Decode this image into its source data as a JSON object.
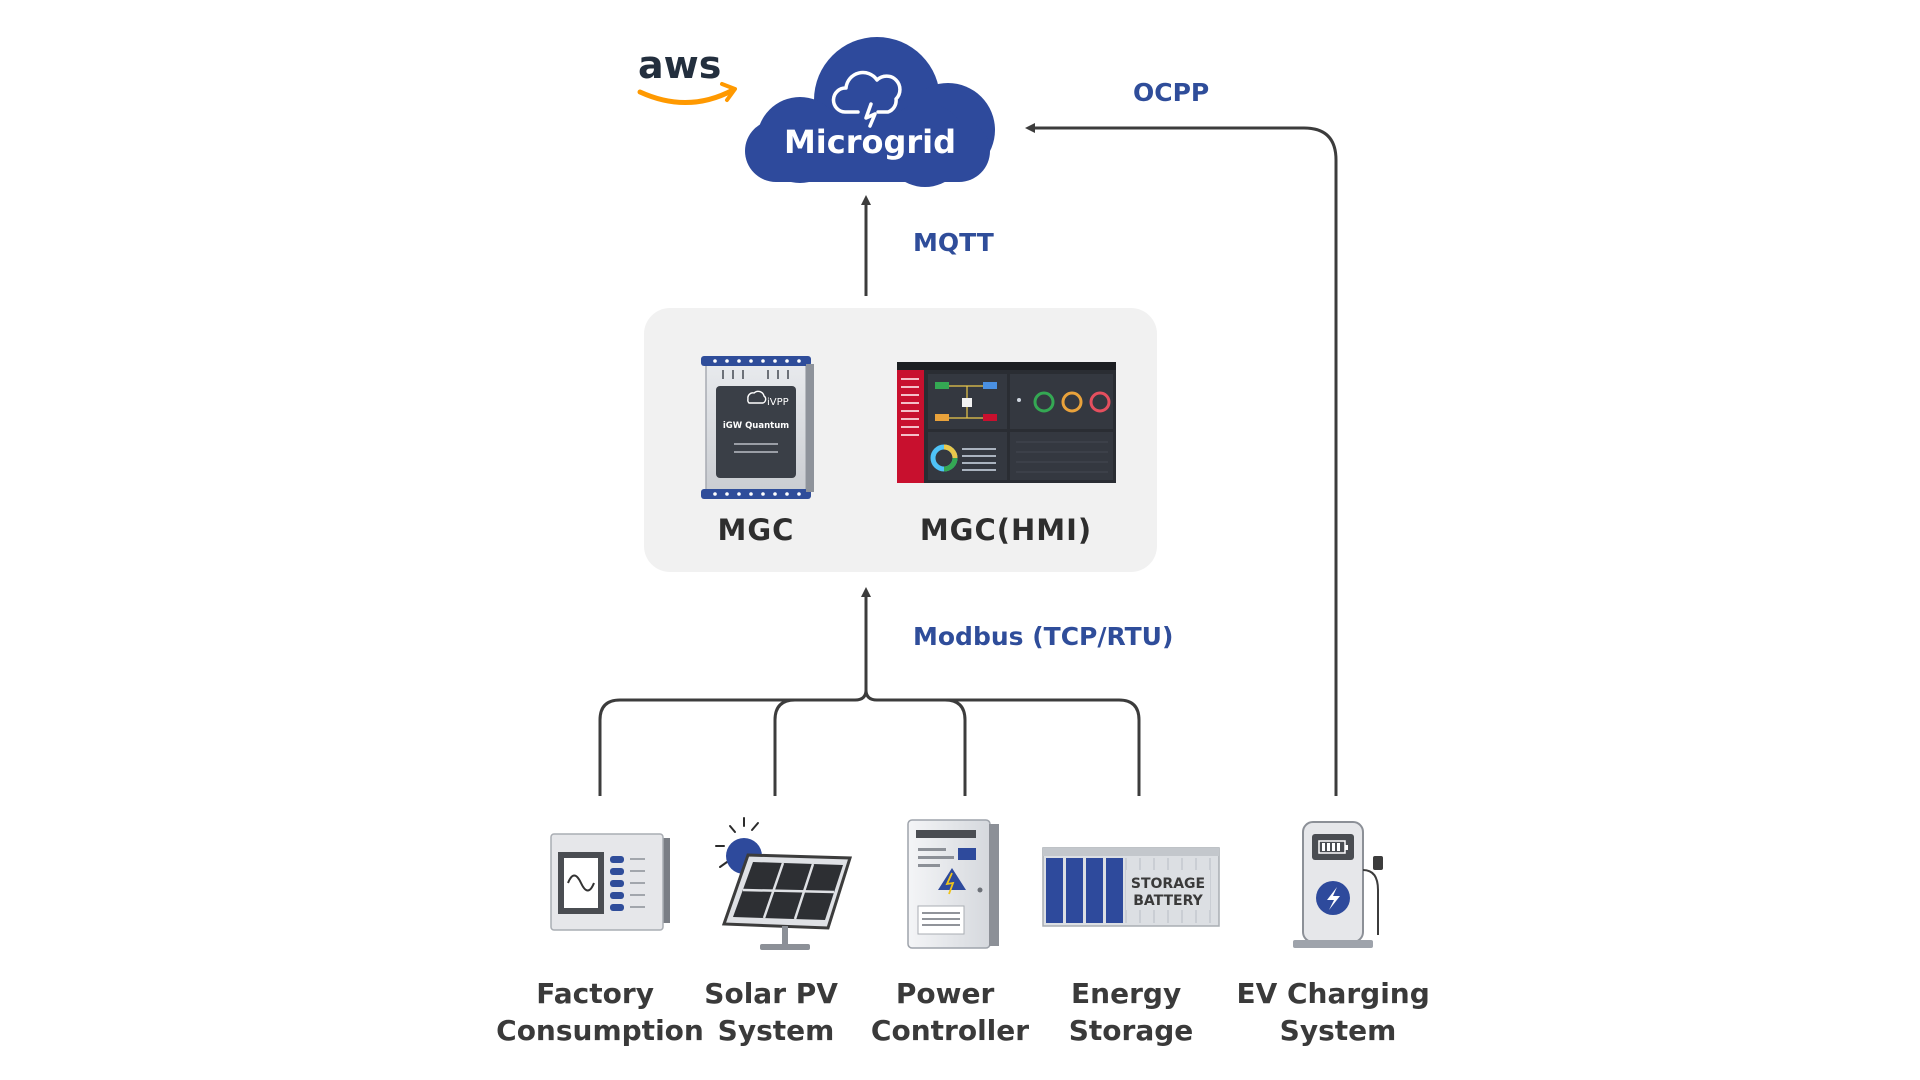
{
  "cloud": {
    "provider_logo_text": "aws",
    "title": "Microgrid",
    "brand_color": "#2e4a9c"
  },
  "protocols": {
    "mqtt": "MQTT",
    "ocpp": "OCPP",
    "modbus": "Modbus (TCP/RTU)"
  },
  "controller_group": {
    "mgc": {
      "label": "MGC",
      "device_brand": "iVPP",
      "device_model": "iGW Quantum"
    },
    "hmi": {
      "label": "MGC(HMI)"
    }
  },
  "devices": {
    "factory": {
      "line1": "Factory",
      "line2": "Consumption",
      "icon": "factory-meter-icon"
    },
    "solar": {
      "line1": "Solar PV",
      "line2": "System",
      "icon": "solar-panel-icon"
    },
    "power": {
      "line1": "Power",
      "line2": "Controller",
      "icon": "power-cabinet-icon"
    },
    "storage": {
      "line1": "Energy",
      "line2": "Storage",
      "icon": "storage-battery-icon",
      "panel_line1": "STORAGE",
      "panel_line2": "BATTERY"
    },
    "ev": {
      "line1": "EV Charging",
      "line2": "System",
      "icon": "ev-charger-icon"
    }
  },
  "colors": {
    "protocol_text": "#2f4d9a",
    "connector": "#3c3c3c",
    "panel_bg": "#f1f1f1",
    "hmi_accent": "#c8102e",
    "aws_smile": "#ff9900"
  }
}
